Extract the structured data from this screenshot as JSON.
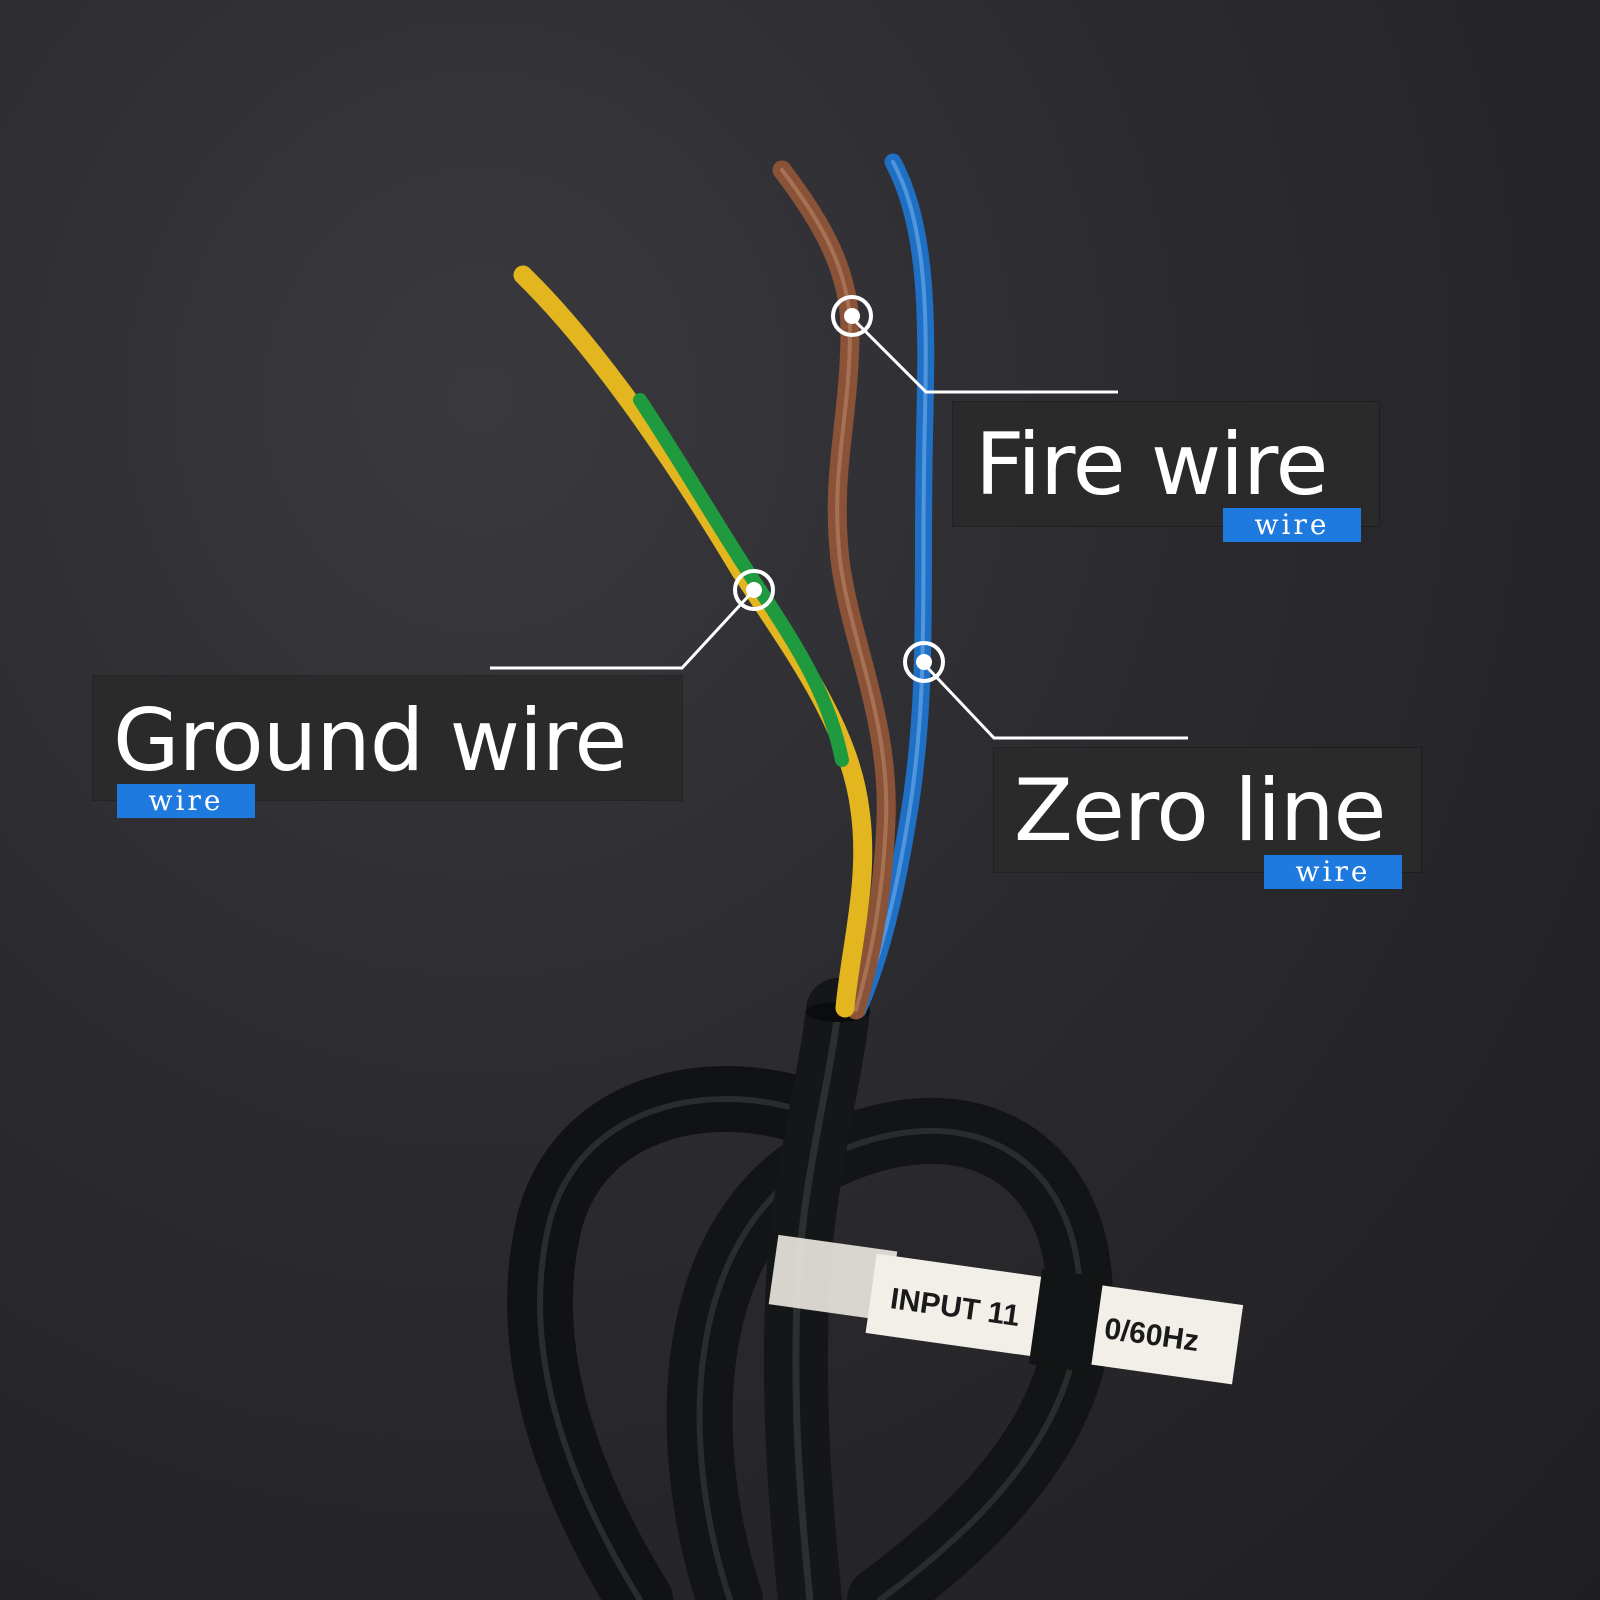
{
  "labels": {
    "fire": {
      "title": "Fire wire",
      "tag": "wire"
    },
    "zero": {
      "title": "Zero line",
      "tag": "wire"
    },
    "ground": {
      "title": "Ground wire",
      "tag": "wire"
    }
  },
  "cable_label": {
    "left": "INPUT 11",
    "right": "0/60Hz"
  },
  "colors": {
    "brown_wire": "#8a5237",
    "blue_wire": "#1f6fc4",
    "yellow_wire": "#e3b51f",
    "green_wire": "#1f9a3f",
    "tag_blue": "#1f7ae0",
    "box_dark": "#2a2a2b"
  }
}
